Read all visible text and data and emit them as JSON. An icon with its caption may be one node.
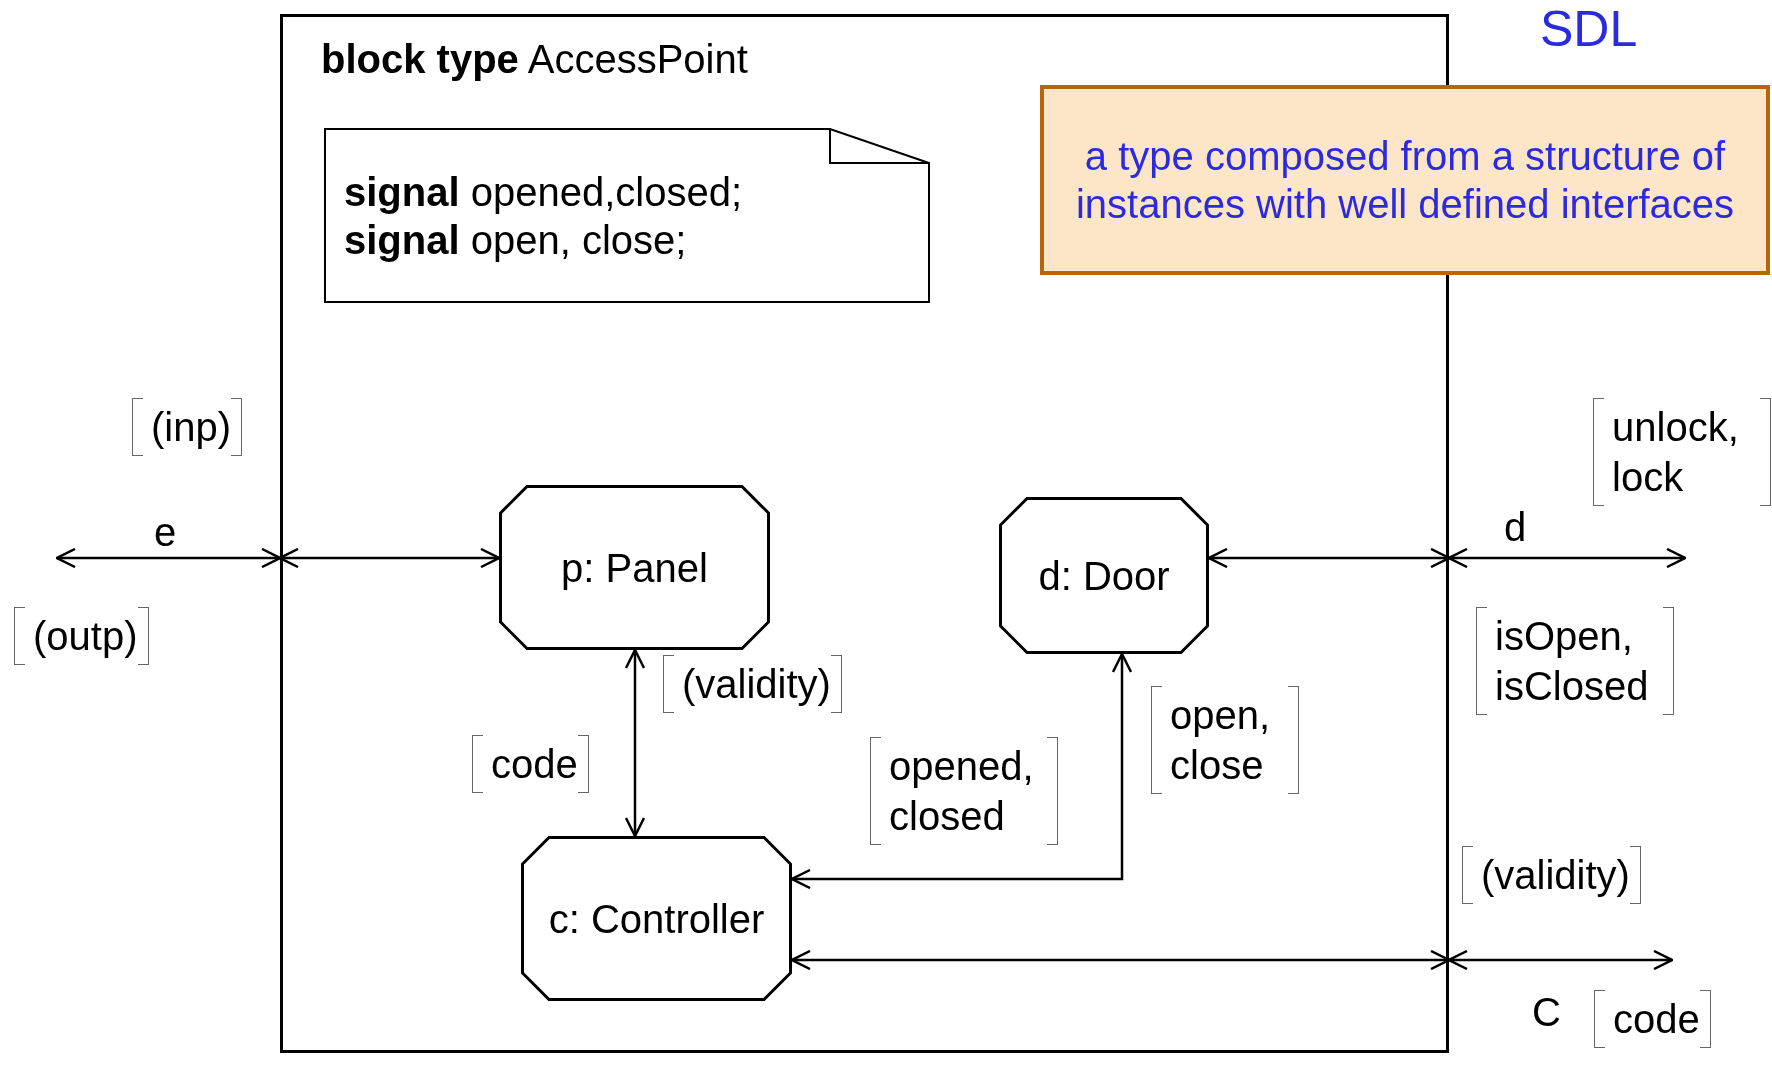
{
  "diagram": {
    "nodes": [
      {
        "text": [
          "**block type** AccessPoint"
        ]
      },
      {
        "text": [
          "**signal** opened,closed;",
          "**signal** open, close;"
        ],
        "in": 0
      },
      {
        "text": [
          "p: Panel"
        ],
        "in": 0
      },
      {
        "text": [
          "d: Door"
        ],
        "in": 0
      },
      {
        "text": [
          "c: Controller"
        ],
        "in": 0
      },
      {
        "text": [
          "a type composed from a structure of instances with well defined interfaces"
        ]
      }
    ],
    "edges": [
      {
        "from": null,
        "to": 0,
        "arrow": "both",
        "label": "e"
      },
      {
        "from": 0,
        "to": 2,
        "arrow": "both"
      },
      {
        "from": 2,
        "to": 4,
        "arrow": "both"
      },
      {
        "from": 3,
        "to": 0,
        "arrow": "both"
      },
      {
        "from": 0,
        "to": null,
        "arrow": "both",
        "label": "d"
      },
      {
        "from": 3,
        "to": 4,
        "arrow": "both"
      },
      {
        "from": 4,
        "to": 0,
        "arrow": "both"
      },
      {
        "from": 0,
        "to": null,
        "arrow": "both",
        "label": "C"
      }
    ],
    "labels": [
      "SDL",
      "(inp)",
      "unlock, lock",
      "(outp)",
      "isOpen, isClosed",
      "(validity)",
      "code",
      "opened, closed",
      "open, close",
      "(validity)",
      "code"
    ]
  }
}
